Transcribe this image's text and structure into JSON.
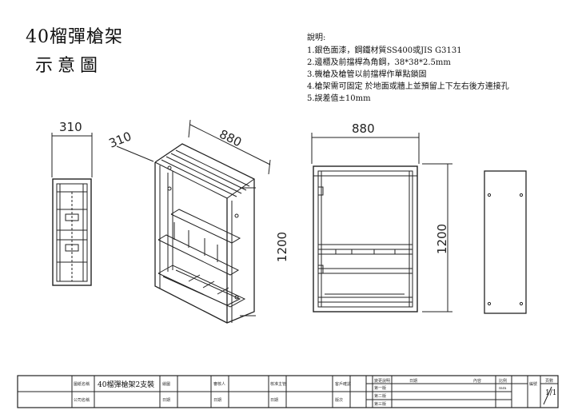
{
  "title": {
    "line1": "40榴彈槍架",
    "line2": "示意圖"
  },
  "notes": {
    "heading": "說明:",
    "items": [
      "1.銀色面漆，鋼鐵材質SS400或JIS G3131",
      "2.邊櫃及前擋桿為角鋼，38*38*2.5mm",
      "3.機槍及槍管以前擋桿作單點鎖固",
      "4.槍架需可固定 於地面或牆上並預留上下左右後方連接孔",
      "5.誤差值±10mm"
    ]
  },
  "dimensions": {
    "side_width": "310",
    "iso_depth": "310",
    "iso_width": "880",
    "front_width": "880",
    "front_height": "1200",
    "iso_height": "1200"
  },
  "title_block": {
    "drawing_name_label": "圖紙名稱",
    "drawing_name": "40榴彈槍架2支裝",
    "company_label": "公司名稱",
    "drawn_label": "繪圖",
    "date_label": "日期",
    "checked_label": "審核人",
    "approved_label": "核准主管",
    "version_label": "版次",
    "confirm_label": "客戶確認",
    "change_label": "變更說明",
    "first_label": "第一版",
    "second_label": "第二版",
    "third_label": "第三版",
    "date_col_label": "日期",
    "content_label": "內容",
    "scale_label": "比例",
    "unit_value": "mm",
    "sheet_label": "編號",
    "page_label": "頁數",
    "page_value": "1/1"
  }
}
